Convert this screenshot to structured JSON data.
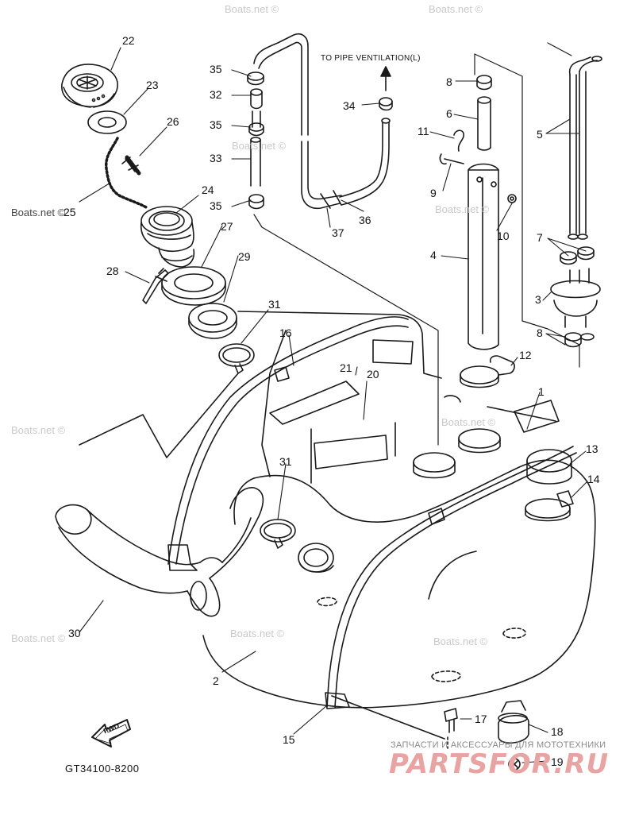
{
  "callouts": [
    {
      "id": "22",
      "label": "22"
    },
    {
      "id": "23",
      "label": "23"
    },
    {
      "id": "26",
      "label": "26"
    },
    {
      "id": "25",
      "label": "25"
    },
    {
      "id": "24",
      "label": "24"
    },
    {
      "id": "27",
      "label": "27"
    },
    {
      "id": "29",
      "label": "29"
    },
    {
      "id": "28",
      "label": "28"
    },
    {
      "id": "31a",
      "label": "31"
    },
    {
      "id": "35a",
      "label": "35"
    },
    {
      "id": "32",
      "label": "32"
    },
    {
      "id": "35b",
      "label": "35"
    },
    {
      "id": "33",
      "label": "33"
    },
    {
      "id": "35c",
      "label": "35"
    },
    {
      "id": "34",
      "label": "34"
    },
    {
      "id": "36",
      "label": "36"
    },
    {
      "id": "37",
      "label": "37"
    },
    {
      "id": "8a",
      "label": "8"
    },
    {
      "id": "6",
      "label": "6"
    },
    {
      "id": "11",
      "label": "11"
    },
    {
      "id": "9",
      "label": "9"
    },
    {
      "id": "10",
      "label": "10"
    },
    {
      "id": "4",
      "label": "4"
    },
    {
      "id": "5",
      "label": "5"
    },
    {
      "id": "7",
      "label": "7"
    },
    {
      "id": "3",
      "label": "3"
    },
    {
      "id": "8b",
      "label": "8"
    },
    {
      "id": "12",
      "label": "12"
    },
    {
      "id": "16",
      "label": "16"
    },
    {
      "id": "21",
      "label": "21"
    },
    {
      "id": "20",
      "label": "20"
    },
    {
      "id": "1",
      "label": "1"
    },
    {
      "id": "13",
      "label": "13"
    },
    {
      "id": "14",
      "label": "14"
    },
    {
      "id": "31b",
      "label": "31"
    },
    {
      "id": "30",
      "label": "30"
    },
    {
      "id": "2",
      "label": "2"
    },
    {
      "id": "17",
      "label": "17"
    },
    {
      "id": "18",
      "label": "18"
    },
    {
      "id": "19",
      "label": "19"
    },
    {
      "id": "15",
      "label": "15"
    }
  ],
  "note": "TO PIPE VENTILATION(L)",
  "fwd_label": "FWD",
  "diagram_code": "GT34100-8200",
  "watermarks": [
    "Boats.net ©",
    "Boats.net ©",
    "Boats.net ©",
    "Boats.net ©",
    "Boats.net ©",
    "Boats.net ©",
    "Boats.net ©",
    "Boats.net ©",
    "Boats.net ©",
    "Boats.net ©"
  ],
  "brand": {
    "tagline": "ЗАПЧАСТИ И АКСЕССУАРЫ ДЛЯ МОТОТЕХНИКИ",
    "name": "PARTSFOR.RU"
  },
  "colors": {
    "line": "#1a1a1a",
    "watermark": "#c9c9c9",
    "brand": "#e8a3a3"
  }
}
